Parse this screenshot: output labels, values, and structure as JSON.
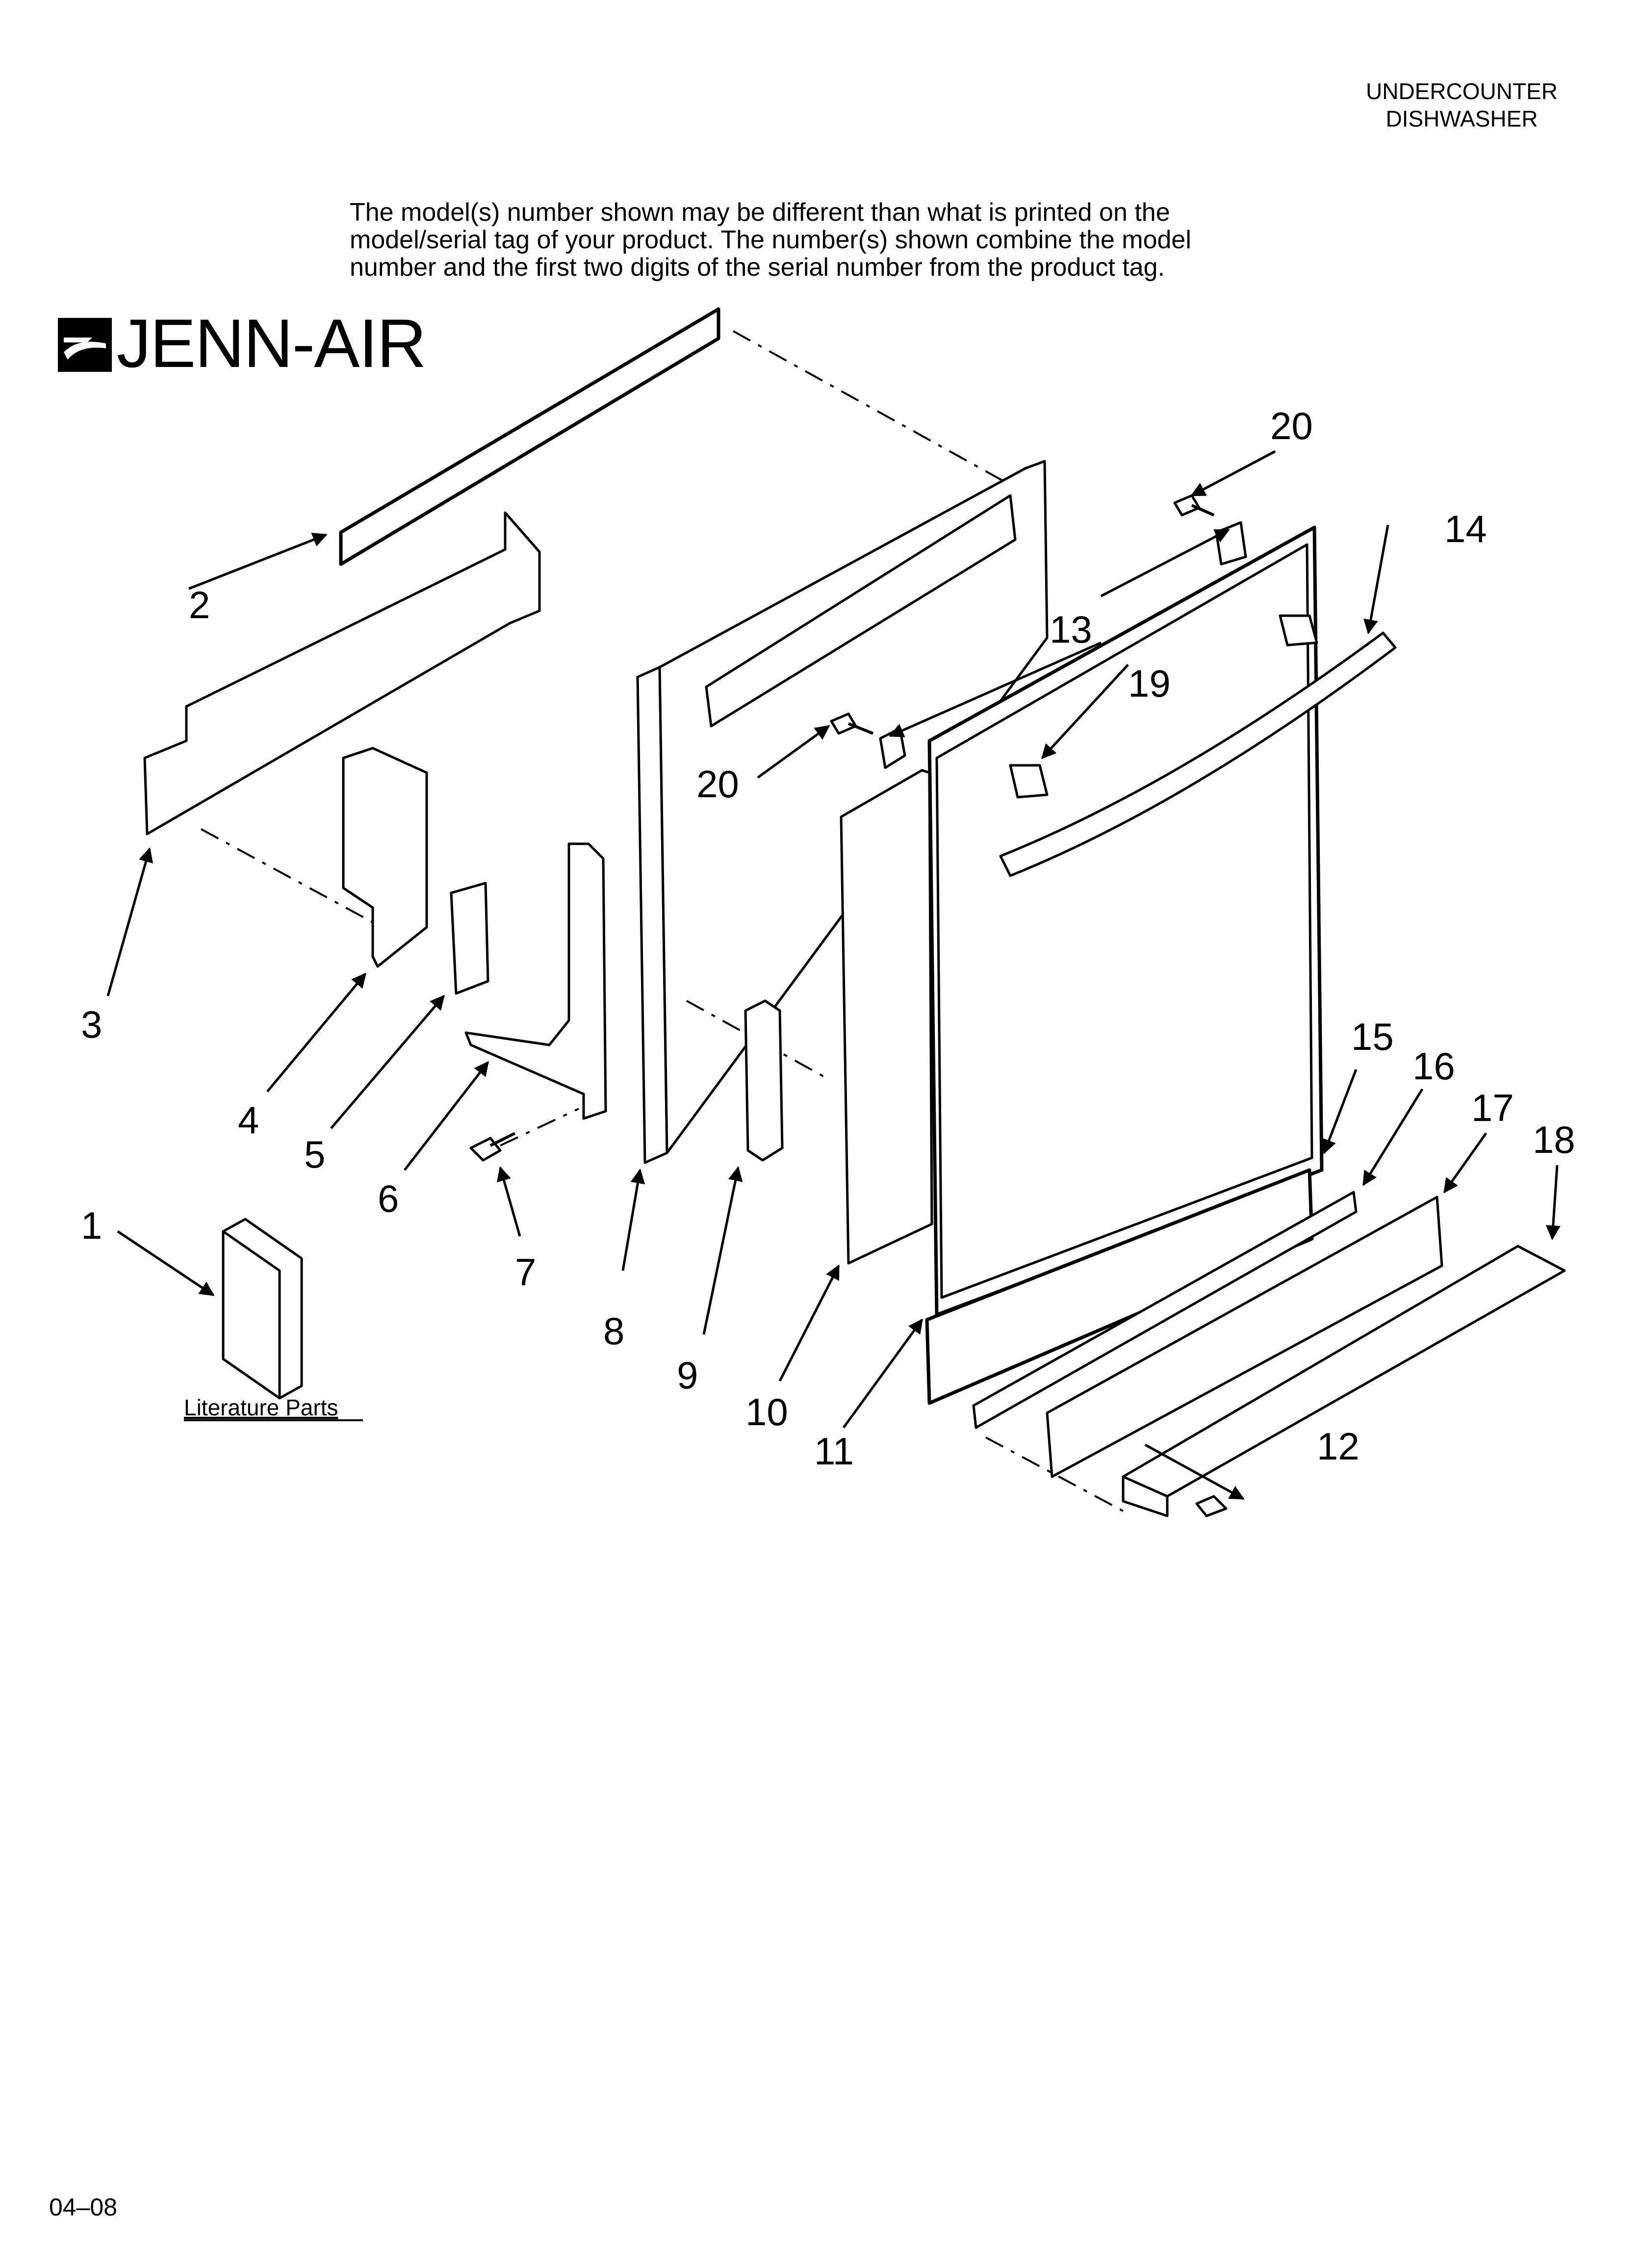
{
  "header": {
    "category_line1": "UNDERCOUNTER",
    "category_line2": "DISHWASHER"
  },
  "note": {
    "line1": "The model(s) number shown may be different than what is printed on the",
    "line2": "model/serial tag of your product. The number(s) shown combine the model",
    "line3": "number and the first two digits of the serial number from the product tag."
  },
  "brand": {
    "name": "JENN-AIR",
    "logo_icon": "jenn-air-logo-icon"
  },
  "callouts": {
    "c1": "1",
    "c2": "2",
    "c3": "3",
    "c4": "4",
    "c5": "5",
    "c6": "6",
    "c7": "7",
    "c8": "8",
    "c9": "9",
    "c10": "10",
    "c11": "11",
    "c12": "12",
    "c13": "13",
    "c14": "14",
    "c15": "15",
    "c16": "16",
    "c17": "17",
    "c18": "18",
    "c19": "19",
    "c20a": "20",
    "c20b": "20"
  },
  "literature_label": "Literature Parts",
  "footer": {
    "date_code": "04–08"
  }
}
